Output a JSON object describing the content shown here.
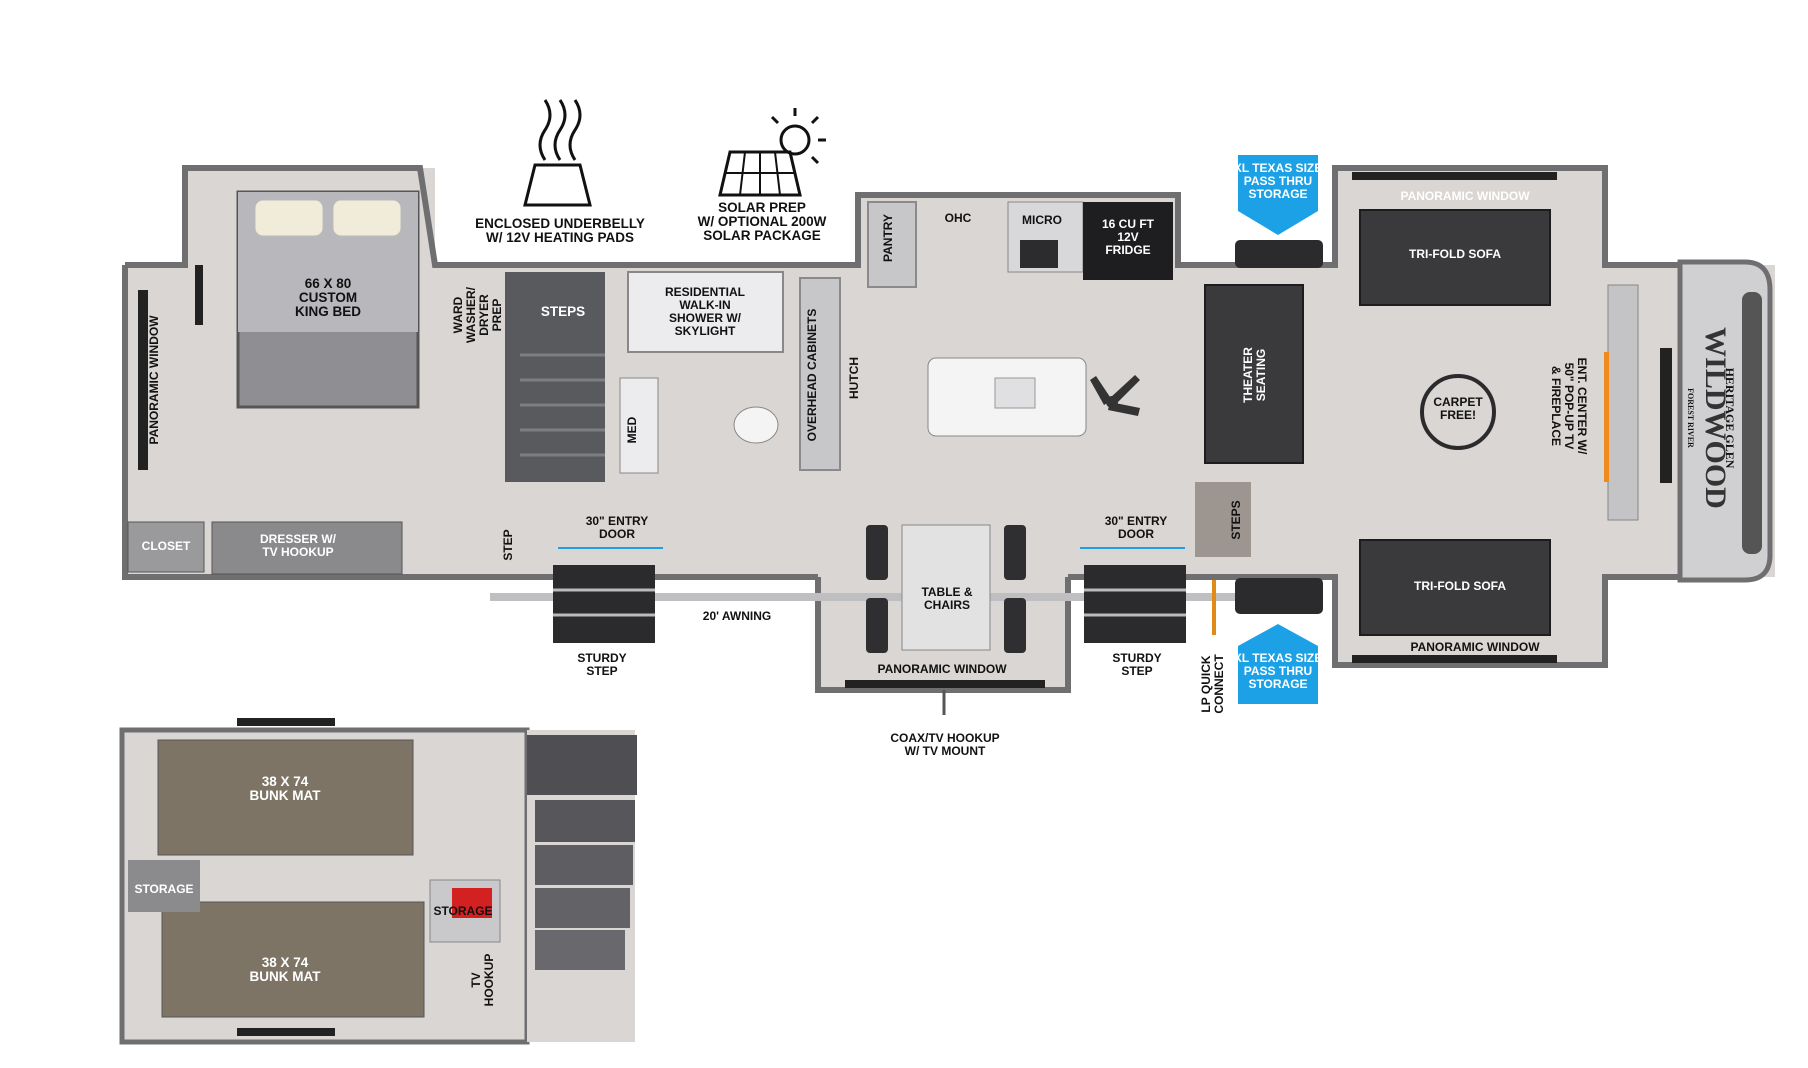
{
  "features": {
    "underbelly": "ENCLOSED UNDERBELLY\nW/ 12V HEATING PADS",
    "solar": "SOLAR PREP\nW/ OPTIONAL 200W\nSOLAR PACKAGE"
  },
  "labels": {
    "bed": "66 X 80\nCUSTOM\nKING BED",
    "ward": "WARD\nWASHER/\nDRYER\nPREP",
    "panoramic_window_left": "PANORAMIC WINDOW",
    "closet": "CLOSET",
    "dresser": "DRESSER W/\nTV HOOKUP",
    "steps_upper": "STEPS",
    "step_small": "STEP",
    "shower": "RESIDENTIAL\nWALK-IN\nSHOWER W/\nSKYLIGHT",
    "med": "MED",
    "overhead_cabinets": "OVERHEAD CABINETS",
    "hutch": "HUTCH",
    "pantry": "PANTRY",
    "ohc": "OHC",
    "micro": "MICRO",
    "fridge": "16 CU FT\n12V\nFRIDGE",
    "entry_door_left": "30\" ENTRY\nDOOR",
    "entry_door_right": "30\" ENTRY\nDOOR",
    "sturdy_step_left": "STURDY\nSTEP",
    "sturdy_step_right": "STURDY\nSTEP",
    "awning": "20' AWNING",
    "table": "TABLE &\nCHAIRS",
    "panoramic_window_dinette": "PANORAMIC WINDOW",
    "coax": "COAX/TV HOOKUP\nW/ TV MOUNT",
    "theater": "THEATER\nSEATING",
    "steps_right": "STEPS",
    "lp": "LP QUICK\nCONNECT",
    "xl_storage_top": "XL TEXAS SIZE\nPASS THRU\nSTORAGE",
    "xl_storage_bottom": "XL TEXAS SIZE\nPASS THRU\nSTORAGE",
    "panoramic_window_top": "PANORAMIC WINDOW",
    "trifold_top": "TRI-FOLD SOFA",
    "trifold_bottom": "TRI-FOLD SOFA",
    "panoramic_window_bottom": "PANORAMIC WINDOW",
    "ent_center": "ENT. CENTER W/\n50\" POP-UP TV\n& FIREPLACE",
    "carpet_free": "CARPET\nFREE!",
    "brand": "WILDWOOD",
    "brand_sub": "HERITAGE GLEN",
    "brand_top": "FOREST RIVER",
    "bunk_top": "38 X 74\nBUNK MAT",
    "bunk_bottom": "38 X 74\nBUNK MAT",
    "storage_left": "STORAGE",
    "storage_right": "STORAGE",
    "tv_hookup": "TV\nHOOKUP"
  },
  "colors": {
    "floor": "#d9d6d3",
    "wall": "#6f6f72",
    "callout_blue": "#1da1e6",
    "fireplace": "#f08a1c",
    "storage_red": "#d32020"
  }
}
